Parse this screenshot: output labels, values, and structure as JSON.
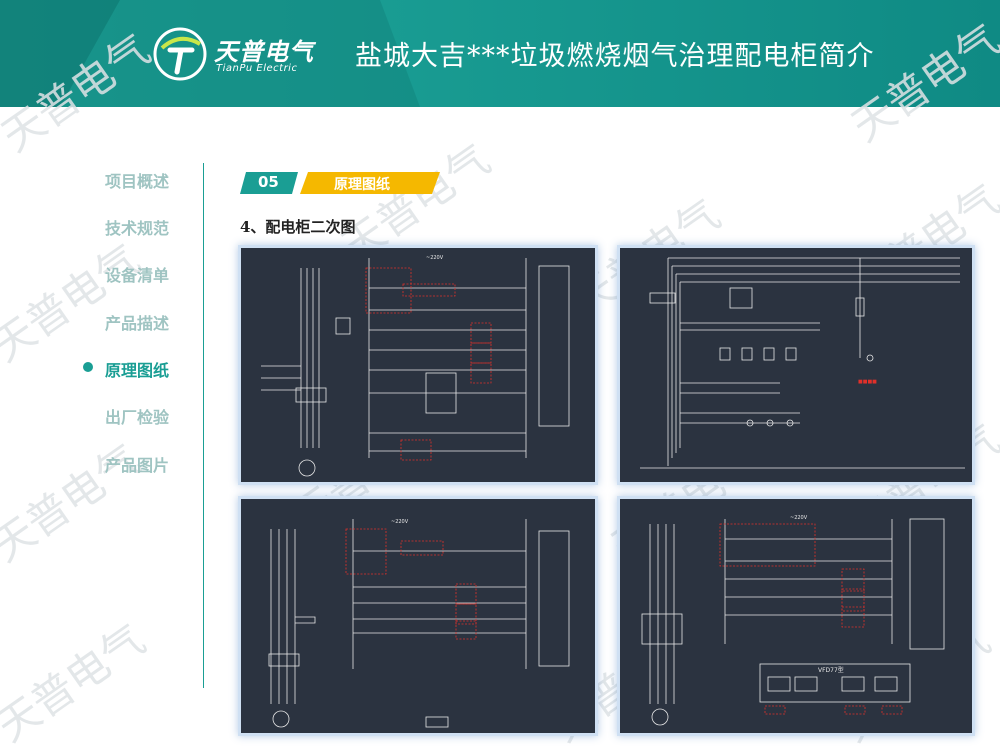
{
  "header": {
    "title": "盐城大吉***垃圾燃烧烟气治理配电柜简介",
    "logo_cn": "天普电气",
    "logo_en": "TianPu Electric"
  },
  "watermark": "天普电气",
  "sidebar": {
    "items": [
      {
        "label": "项目概述",
        "active": false
      },
      {
        "label": "技术规范",
        "active": false
      },
      {
        "label": "设备清单",
        "active": false
      },
      {
        "label": "产品描述",
        "active": false
      },
      {
        "label": "原理图纸",
        "active": true
      },
      {
        "label": "出厂检验",
        "active": false
      },
      {
        "label": "产品图片",
        "active": false
      }
    ]
  },
  "section": {
    "number": "05",
    "label": "原理图纸",
    "subheading": "4、配电柜二次图"
  },
  "drawings": [
    {
      "name": "schematic-1",
      "voltage": "~220V"
    },
    {
      "name": "schematic-2",
      "voltage": ""
    },
    {
      "name": "schematic-3",
      "voltage": "~220V"
    },
    {
      "name": "schematic-4",
      "voltage": "~220V",
      "vfd": "VFD77型"
    }
  ],
  "colors": {
    "teal": "#1a9e94",
    "teal_dark": "#13857d",
    "accent_yellow": "#f5b800",
    "cad_bg": "#2b3340",
    "cad_line": "#e8e8e8",
    "cad_red": "#e0302a"
  }
}
